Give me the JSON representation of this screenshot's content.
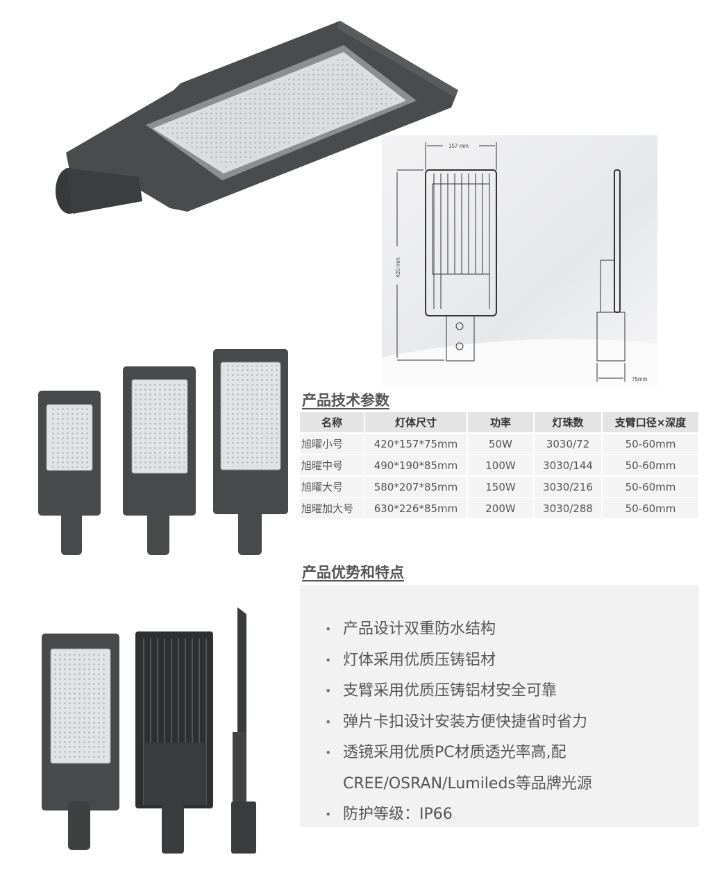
{
  "diagram": {
    "width_label": "157 mm",
    "height_label": "420 mm",
    "depth_label": "75mm"
  },
  "specs": {
    "title": "产品技术参数",
    "headers": [
      "名称",
      "灯体尺寸",
      "功率",
      "灯珠数",
      "支臂口径×深度"
    ],
    "rows": [
      [
        "旭曜小号",
        "420*157*75mm",
        "50W",
        "3030/72",
        "50-60mm"
      ],
      [
        "旭曜中号",
        "490*190*85mm",
        "100W",
        "3030/144",
        "50-60mm"
      ],
      [
        "旭曜大号",
        "580*207*85mm",
        "150W",
        "3030/216",
        "50-60mm"
      ],
      [
        "旭曜加大号",
        "630*226*85mm",
        "200W",
        "3030/288",
        "50-60mm"
      ]
    ]
  },
  "features": {
    "title": "产品优势和特点",
    "items": [
      "产品设计双重防水结构",
      "灯体采用优质压铸铝材",
      "支臂采用优质压铸铝材安全可靠",
      "弹片卡扣设计安装方便快捷省时省力",
      "透镜采用优质PC材质透光率高,配",
      "CREE/OSRAN/Lumileds等品牌光源",
      "防护等级：IP66"
    ],
    "bullet": "•"
  }
}
